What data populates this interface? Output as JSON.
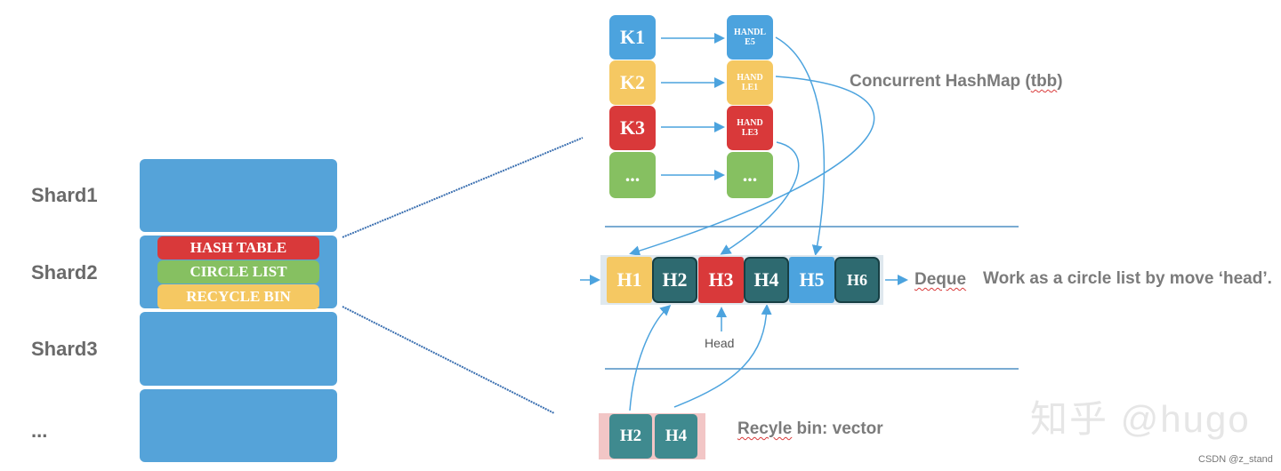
{
  "shards": {
    "labels": [
      "Shard1",
      "Shard2",
      "Shard3",
      "..."
    ]
  },
  "shard2_components": {
    "hash_table": "HASH TABLE",
    "circle_list": "CIRCLE LIST",
    "recycle_bin": "RECYCLE BIN"
  },
  "hashmap": {
    "keys": [
      "K1",
      "K2",
      "K3",
      "..."
    ],
    "handles": [
      {
        "line1": "HANDL",
        "line2": "E5"
      },
      {
        "line1": "HAND",
        "line2": "LE1"
      },
      {
        "line1": "HAND",
        "line2": "LE3"
      },
      {
        "line1": "...",
        "line2": ""
      }
    ],
    "caption_main": "Concurrent HashMap (",
    "caption_tbb": "tbb",
    "caption_end": ")"
  },
  "deque": {
    "cells": [
      "H1",
      "H2",
      "H3",
      "H4",
      "H5",
      "H6"
    ],
    "label": "Deque",
    "description": "Work as a circle list by move ‘head’.",
    "head_label": "Head"
  },
  "recycle": {
    "cells": [
      "H2",
      "H4"
    ],
    "caption_word": "Recyle",
    "caption_rest": " bin: vector"
  },
  "watermark": "知乎 @hugo",
  "credit": "CSDN @z_stand",
  "colors": {
    "shard": "#55a3d9",
    "red": "#d9393a",
    "green": "#86c061",
    "yellow": "#f5c862",
    "blue": "#4ca3de",
    "teal": "#2e6a70",
    "arrow": "#4ca3de",
    "line": "#3a6fb0"
  }
}
